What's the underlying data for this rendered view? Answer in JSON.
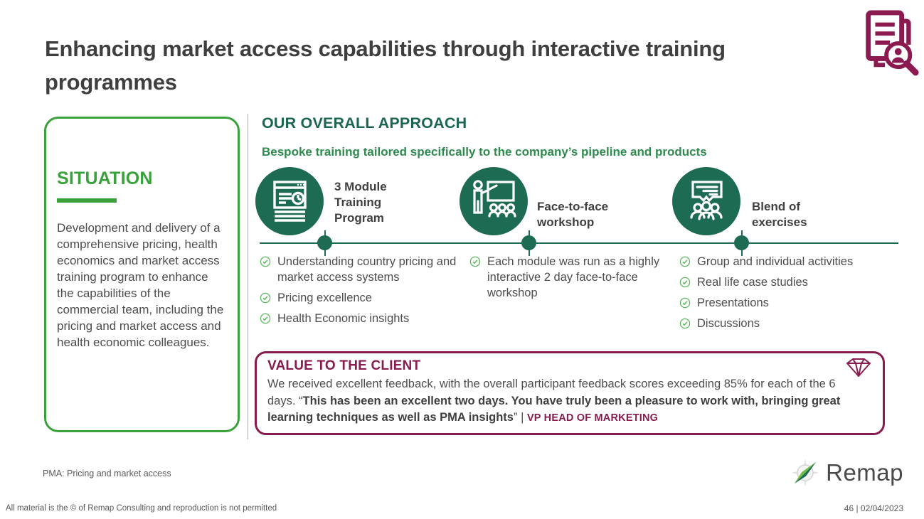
{
  "slide": {
    "title": "Enhancing market access capabilities through interactive training programmes",
    "header_icon": "document-search-icon"
  },
  "situation": {
    "heading": "SITUATION",
    "body": "Development and delivery of a comprehensive pricing, health economics and market access training program to enhance the capabilities of the commercial team, including the pricing and market access and health economic colleagues."
  },
  "approach": {
    "heading": "OUR OVERALL APPROACH",
    "subtitle": "Bespoke training tailored specifically to the company’s pipeline and products",
    "bullet_icon": "check-circle-icon",
    "columns": [
      {
        "label": "3 Module Training Program",
        "icon": "browser-training-icon",
        "bullets": [
          "Understanding country pricing and market access systems",
          "Pricing excellence",
          "Health Economic insights"
        ]
      },
      {
        "label": "Face-to-face workshop",
        "icon": "presenter-workshop-icon",
        "bullets": [
          "Each module was run as a highly interactive 2 day face-to-face workshop"
        ]
      },
      {
        "label": "Blend of exercises",
        "icon": "discussion-group-icon",
        "bullets": [
          "Group and individual activities",
          "Real life case studies",
          "Presentations",
          "Discussions"
        ]
      }
    ]
  },
  "value": {
    "heading": "VALUE TO THE CLIENT",
    "icon": "diamond-icon",
    "text_normal": "We received excellent feedback, with the overall participant feedback scores exceeding 85% for each of the 6 days. “",
    "text_bold": "This has been an excellent two days. You have truly been a pleasure to work with, bringing great learning techniques as well as PMA insights",
    "text_close": "” | ",
    "attribution": "VP HEAD OF MARKETING"
  },
  "footer": {
    "note": "PMA: Pricing and market access",
    "copyright": "All material is the © of Remap Consulting and reproduction is not permitted",
    "page_info": "46 | 02/04/2023",
    "logo_text": "Remap",
    "logo_icon": "compass-icon"
  },
  "colors": {
    "bright_green": "#3BA13D",
    "medium_green": "#2E8B4E",
    "dark_teal": "#1E6B54",
    "maroon": "#8A1A4F",
    "title_gray": "#3F3F3F",
    "body_gray": "#4D4D4D",
    "footer_gray": "#595959"
  }
}
